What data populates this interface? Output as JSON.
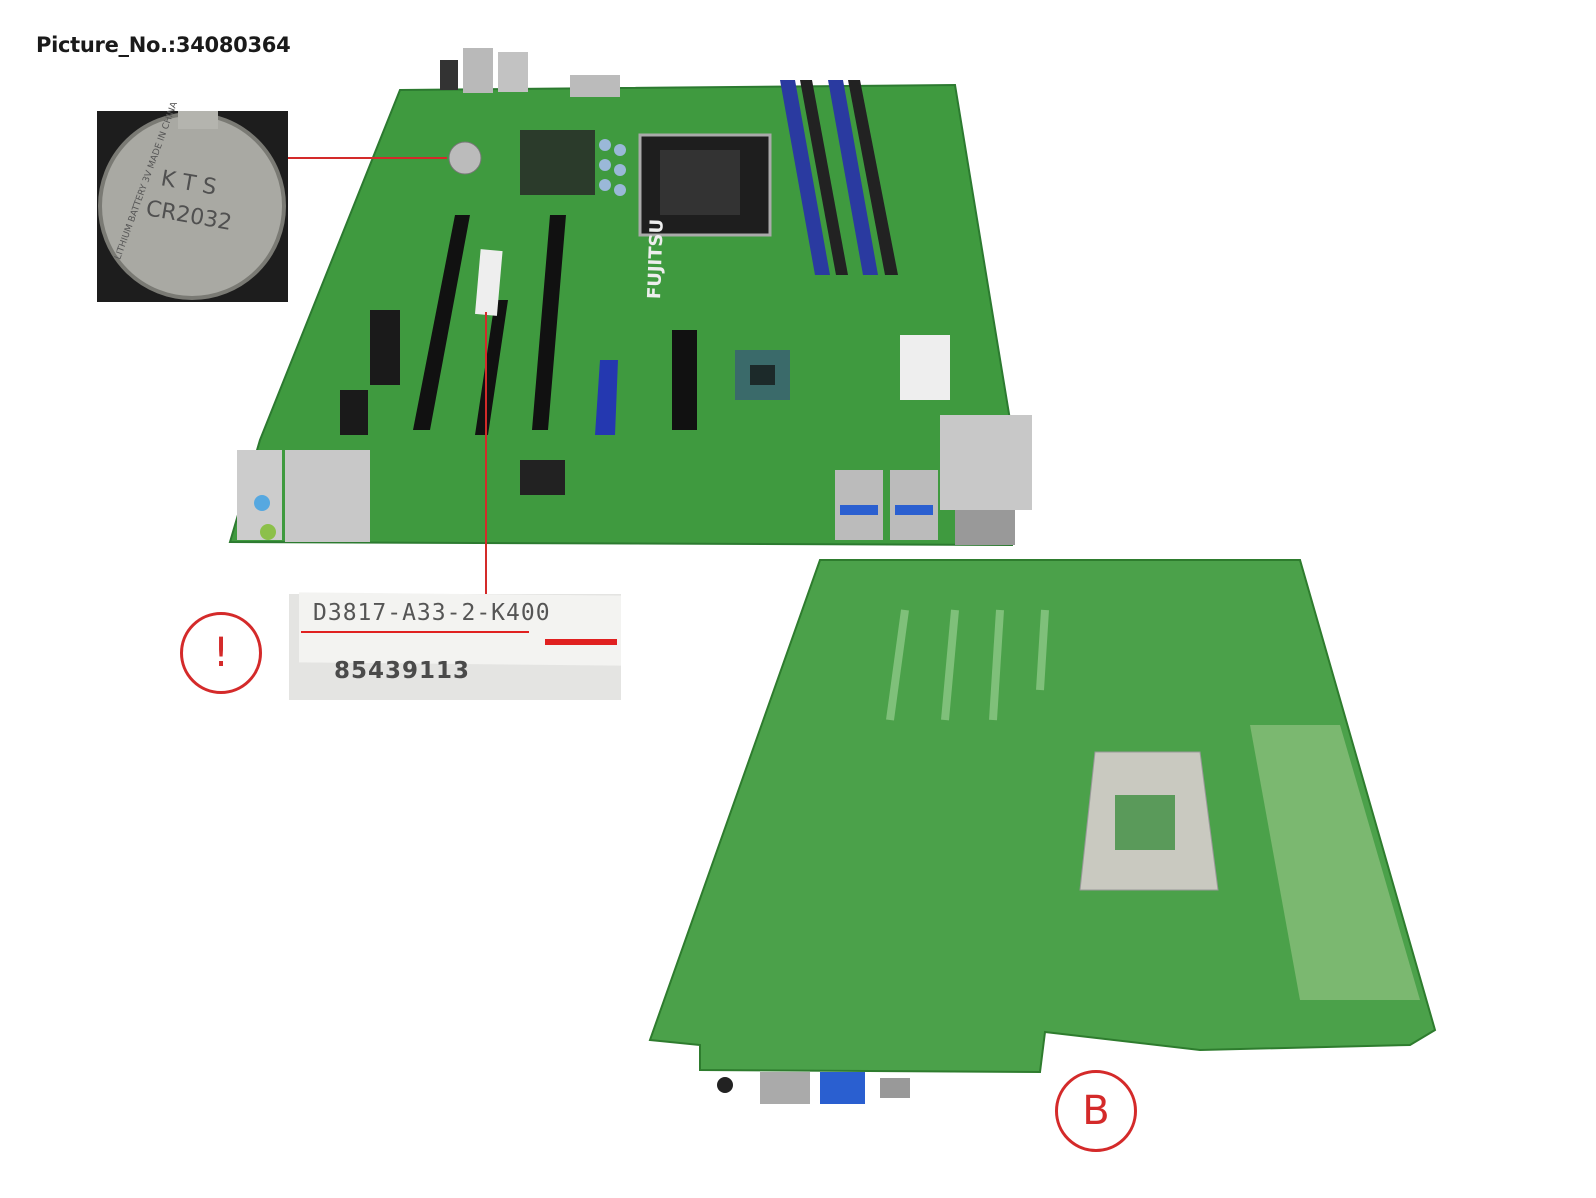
{
  "title": "Picture_No.:34080364",
  "battery_inset": {
    "brand": "K T S",
    "model": "CR2032",
    "ring_text": "LITHIUM BATTERY 3V MADE IN CHINA"
  },
  "board_brand": "FUJITSU",
  "label": {
    "part_number": "D3817-A33-2-K400",
    "serial": "85439113"
  },
  "callouts": {
    "warning": "!",
    "view_b": "B"
  },
  "colors": {
    "pcb": "#3f9a3f",
    "pcb_back": "#4ba14a",
    "callout": "#d42a2a",
    "ram_slot": "#2a3aa0"
  }
}
